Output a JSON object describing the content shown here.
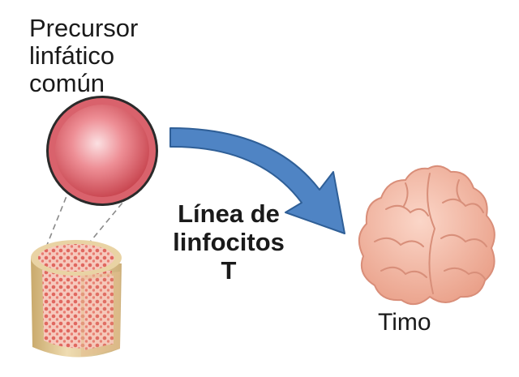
{
  "labels": {
    "cell": [
      "Precursor",
      "linfático",
      "común"
    ],
    "lineage": [
      "Línea de",
      "linfocitos",
      "T"
    ],
    "thymus": "Timo"
  },
  "icons": {
    "cell": "lymphoid-precursor-cell-icon",
    "bone": "bone-marrow-icon",
    "arrow": "curved-arrow-icon",
    "thymus": "thymus-icon"
  },
  "colors": {
    "cell_fill": "#e8707a",
    "arrow_fill": "#4f84c4",
    "thymus_fill": "#f3b8a4",
    "bone_fill": "#e6cfa0",
    "marrow_fill": "#ee9d8f"
  }
}
